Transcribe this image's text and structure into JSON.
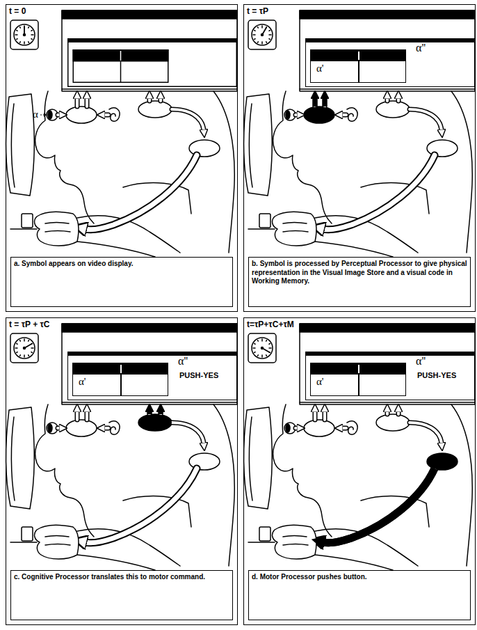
{
  "diagram": {
    "nodes": [
      {
        "text": [
          "t = 0"
        ]
      },
      {
        "text": [
          "a. Symbol appears on video display."
        ],
        "in": 0
      },
      {
        "text": [
          "t = τP"
        ]
      },
      {
        "text": [
          "α''"
        ],
        "in": 2
      },
      {
        "text": [
          "α'"
        ],
        "in": 3
      },
      {
        "text": [
          "b. Symbol is processed by Perceptual Processor to give physical representation in the Visual Image Store and a visual code in Working Memory."
        ],
        "in": 2
      },
      {
        "text": [
          "t = τP + τC"
        ]
      },
      {
        "text": [
          "α''",
          "PUSH-YES"
        ],
        "in": 6
      },
      {
        "text": [
          "α'"
        ],
        "in": 7
      },
      {
        "text": [
          "c. Cognitive Processor translates this to motor command."
        ],
        "in": 6
      },
      {
        "text": [
          "t=τP+τC+τM"
        ]
      },
      {
        "text": [
          "α''",
          "PUSH-YES"
        ],
        "in": 10
      },
      {
        "text": [
          "α'"
        ],
        "in": 11
      },
      {
        "text": [
          "d. Motor Processor pushes button."
        ],
        "in": 10
      }
    ],
    "labels": [
      "α"
    ]
  }
}
